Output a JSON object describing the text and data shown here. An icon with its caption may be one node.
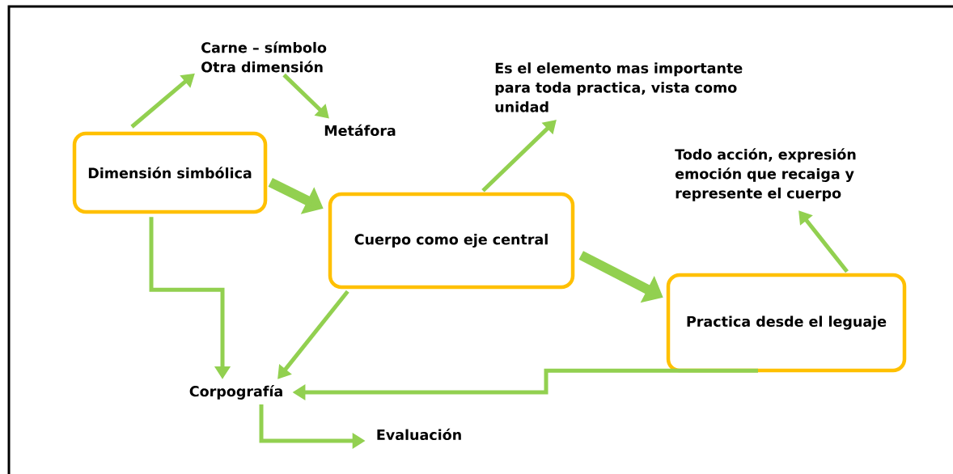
{
  "diagram": {
    "nodes": [
      {
        "text": [
          "Dimensión simbólica"
        ]
      },
      {
        "text": [
          "Carne – símbolo",
          "Otra dimensión"
        ]
      },
      {
        "text": [
          "Metáfora"
        ]
      },
      {
        "text": [
          "Cuerpo como eje central"
        ]
      },
      {
        "text": [
          "Es el elemento mas importante para toda practica, vista como unidad"
        ]
      },
      {
        "text": [
          "Todo acción, expresión emoción que recaiga y represente el cuerpo"
        ]
      },
      {
        "text": [
          "Practica desde el leguaje"
        ]
      },
      {
        "text": [
          "Corpografía"
        ]
      },
      {
        "text": [
          "Evaluación"
        ]
      }
    ],
    "edges": [
      {
        "from": 0,
        "to": 1,
        "arrow": "to"
      },
      {
        "from": 1,
        "to": 2,
        "arrow": "to"
      },
      {
        "from": 0,
        "to": 3,
        "arrow": "to",
        "style": "thick"
      },
      {
        "from": 3,
        "to": 4,
        "arrow": "to"
      },
      {
        "from": 3,
        "to": 6,
        "arrow": "to",
        "style": "thick"
      },
      {
        "from": 6,
        "to": 5,
        "arrow": "to"
      },
      {
        "from": 0,
        "to": 7,
        "arrow": "to"
      },
      {
        "from": 3,
        "to": 7,
        "arrow": "to"
      },
      {
        "from": 6,
        "to": 7,
        "arrow": "to"
      },
      {
        "from": 7,
        "to": 8,
        "arrow": "to"
      }
    ]
  }
}
